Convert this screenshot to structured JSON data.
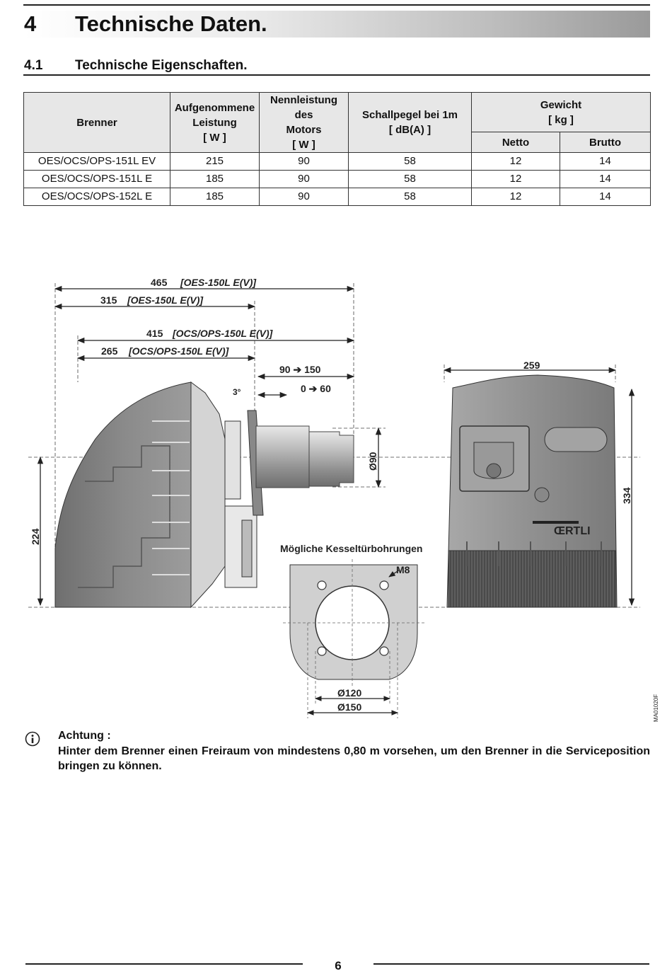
{
  "chapter": {
    "number": "4",
    "title": "Technische Daten."
  },
  "section": {
    "number": "4.1",
    "title": "Technische Eigenschaften."
  },
  "table": {
    "headers": {
      "brenner": "Brenner",
      "leistung": [
        "Aufgenommene",
        "Leistung",
        "[ W ]"
      ],
      "motor": [
        "Nennleistung des",
        "Motors",
        "[ W ]"
      ],
      "schall": [
        "Schallpegel bei 1m",
        "[ dB(A) ]"
      ],
      "gewicht": [
        "Gewicht",
        "[ kg ]"
      ],
      "netto": "Netto",
      "brutto": "Brutto"
    },
    "rows": [
      [
        "OES/OCS/OPS-151L EV",
        "215",
        "90",
        "58",
        "12",
        "14"
      ],
      [
        "OES/OCS/OPS-151L E",
        "185",
        "90",
        "58",
        "12",
        "14"
      ],
      [
        "OES/OCS/OPS-152L E",
        "185",
        "90",
        "58",
        "12",
        "14"
      ]
    ]
  },
  "drawing": {
    "dims": {
      "d465": "465",
      "d465_label": "[OES-150L E(V)]",
      "d315": "315",
      "d315_label": "[OES-150L E(V)]",
      "d415": "415",
      "d415_label": "[OCS/OPS-150L E(V)]",
      "d265": "265",
      "d265_label": "[OCS/OPS-150L E(V)]",
      "d90_150": "90 ➔ 150",
      "d0_60": "0 ➔ 60",
      "angle": "3°",
      "tube": "Ø90",
      "height_left": "224",
      "width_right": "259",
      "height_right": "334",
      "m8": "M8",
      "d120": "Ø120",
      "d150": "Ø150"
    },
    "brand": "ŒRTLI",
    "flange_title": "Mögliche Kesseltürbohrungen",
    "ref": "MA01020F"
  },
  "notice": {
    "title": "Achtung :",
    "text": "Hinter dem Brenner einen Freiraum von mindestens 0,80 m vorsehen, um den Brenner in die Serviceposition bringen zu können."
  },
  "footer": {
    "page": "6"
  }
}
